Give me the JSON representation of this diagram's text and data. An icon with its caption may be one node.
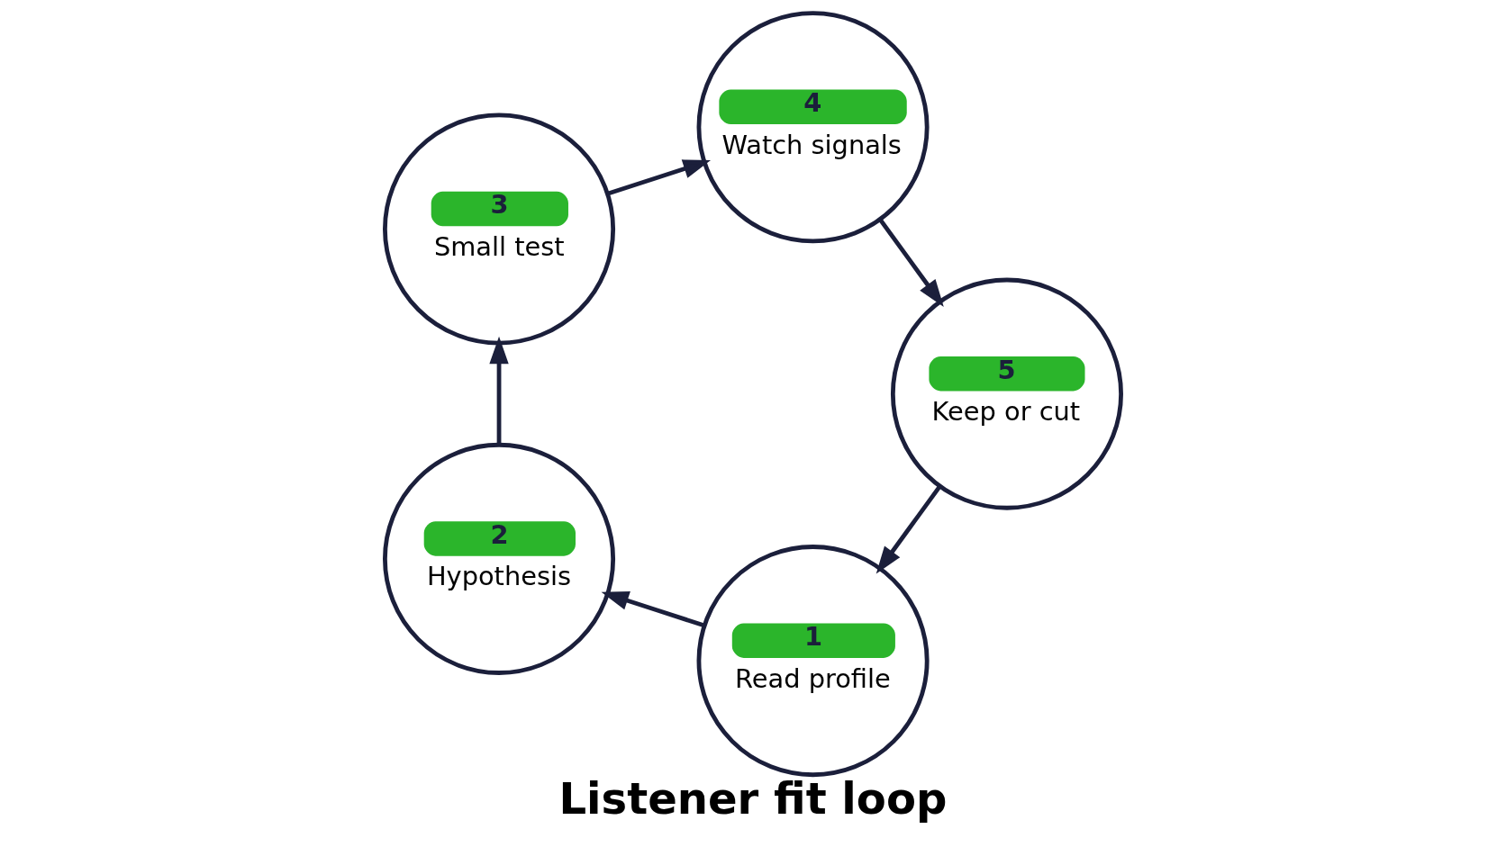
{
  "diagram": {
    "title": "Listener fit loop",
    "nodes": [
      {
        "text": [
          "1",
          "Read profile"
        ]
      },
      {
        "text": [
          "2",
          "Hypothesis"
        ]
      },
      {
        "text": [
          "3",
          "Small test"
        ]
      },
      {
        "text": [
          "4",
          "Watch signals"
        ]
      },
      {
        "text": [
          "5",
          "Keep or cut"
        ]
      }
    ],
    "edges": [
      {
        "from": 0,
        "to": 1,
        "arrow": "to"
      },
      {
        "from": 1,
        "to": 2,
        "arrow": "to"
      },
      {
        "from": 2,
        "to": 3,
        "arrow": "to"
      },
      {
        "from": 3,
        "to": 4,
        "arrow": "to"
      },
      {
        "from": 4,
        "to": 0,
        "arrow": "to"
      }
    ]
  }
}
